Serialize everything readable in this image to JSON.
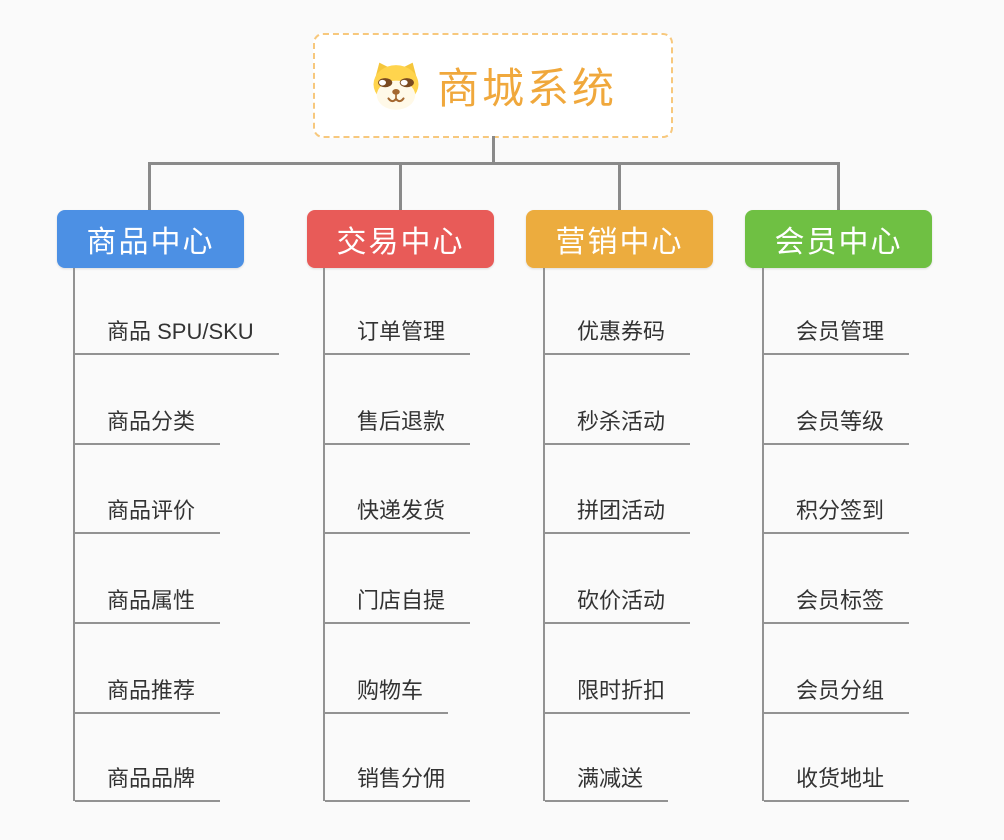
{
  "root": {
    "title": "商城系统",
    "icon": "shiba-dog-icon"
  },
  "branches": [
    {
      "label": "商品中心",
      "color": "#4c90e4",
      "items": [
        "商品 SPU/SKU",
        "商品分类",
        "商品评价",
        "商品属性",
        "商品推荐",
        "商品品牌"
      ]
    },
    {
      "label": "交易中心",
      "color": "#e85b58",
      "items": [
        "订单管理",
        "售后退款",
        "快递发货",
        "门店自提",
        "购物车",
        "销售分佣"
      ]
    },
    {
      "label": "营销中心",
      "color": "#ecac3e",
      "items": [
        "优惠券码",
        "秒杀活动",
        "拼团活动",
        "砍价活动",
        "限时折扣",
        "满减送"
      ]
    },
    {
      "label": "会员中心",
      "color": "#6fc043",
      "items": [
        "会员管理",
        "会员等级",
        "积分签到",
        "会员标签",
        "会员分组",
        "收货地址"
      ]
    }
  ],
  "colors": {
    "background": "#fafafa",
    "root_border": "#f7c87d",
    "root_text": "#f0a83c",
    "connector": "#8a8a8a",
    "child_line": "#929292",
    "child_text": "#333333"
  }
}
